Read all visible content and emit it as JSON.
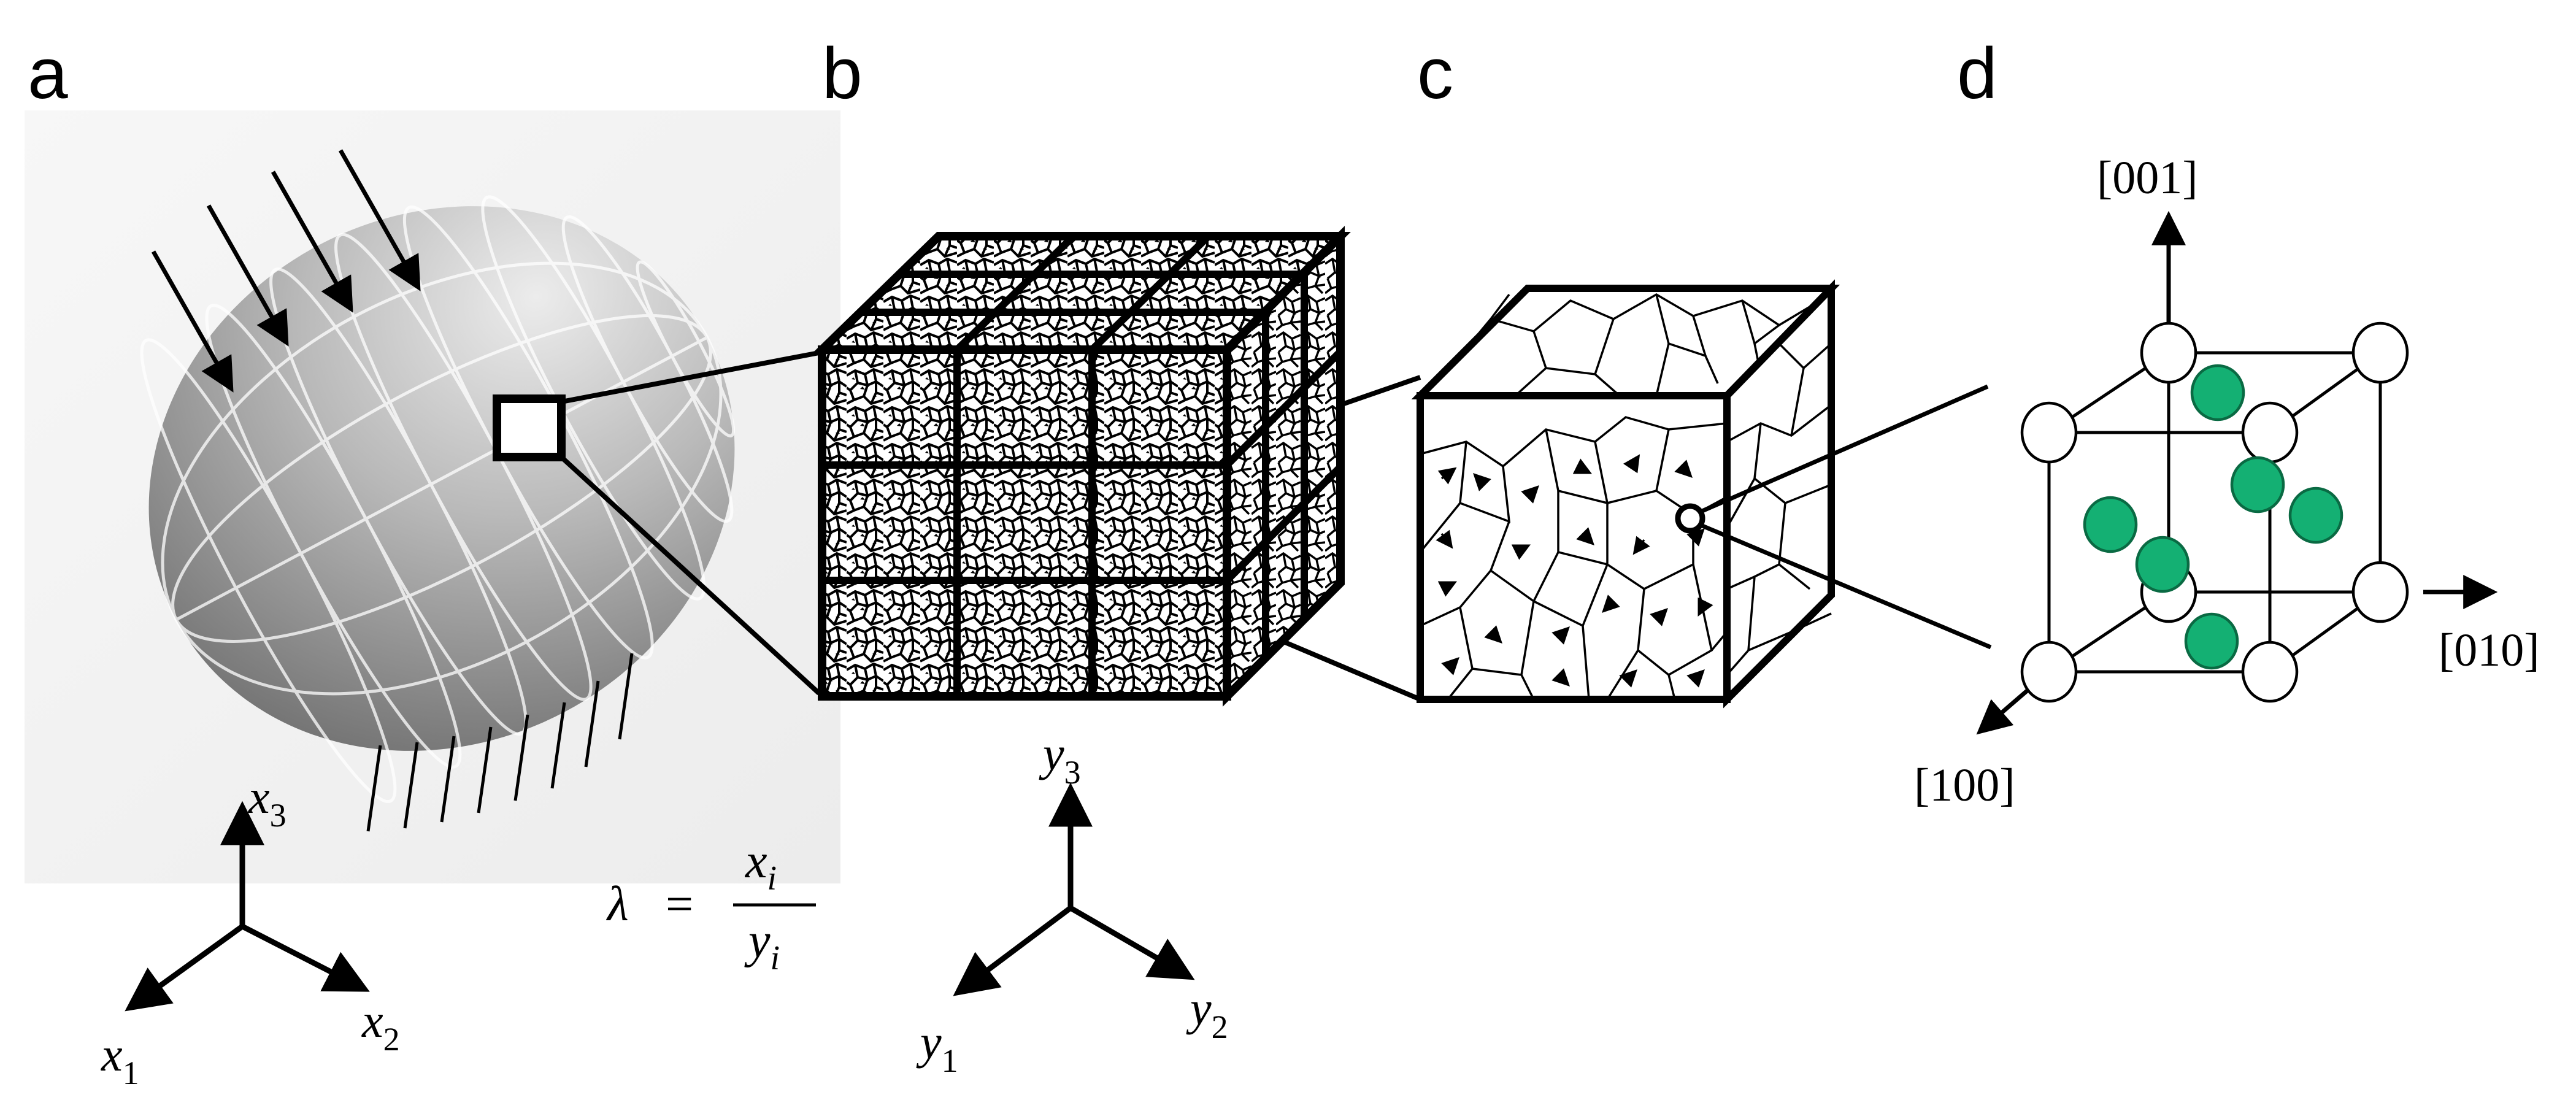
{
  "panels": {
    "a": {
      "letter": "a",
      "axes": {
        "x1": "x",
        "x1_sub": "1",
        "x2": "x",
        "x2_sub": "2",
        "x3": "x",
        "x3_sub": "3"
      }
    },
    "b": {
      "letter": "b",
      "axes": {
        "y1": "y",
        "y1_sub": "1",
        "y2": "y",
        "y2_sub": "2",
        "y3": "y",
        "y3_sub": "3"
      }
    },
    "c": {
      "letter": "c"
    },
    "d": {
      "letter": "d",
      "directions": {
        "up": "[001]",
        "right": "[010]",
        "front": "[100]"
      }
    }
  },
  "equation": {
    "lhs": "λ",
    "eq": "=",
    "num": "x",
    "num_sub": "i",
    "den": "y",
    "den_sub": "i"
  },
  "colors": {
    "atom_fill": "#14b073",
    "atom_stroke": "#0a6a43",
    "ellipsoid": "#a8a8a8"
  }
}
